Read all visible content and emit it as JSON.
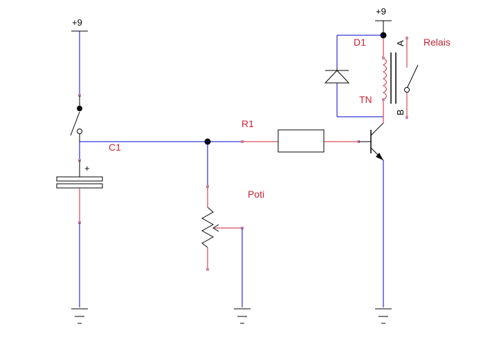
{
  "labels": {
    "supply_left": "+9",
    "supply_right": "+9",
    "c1": "C1",
    "r1": "R1",
    "poti": "Poti",
    "d1": "D1",
    "tn": "TN",
    "relais": "Relais",
    "relay_a": "A",
    "relay_b": "B",
    "plus_sign": "+"
  }
}
